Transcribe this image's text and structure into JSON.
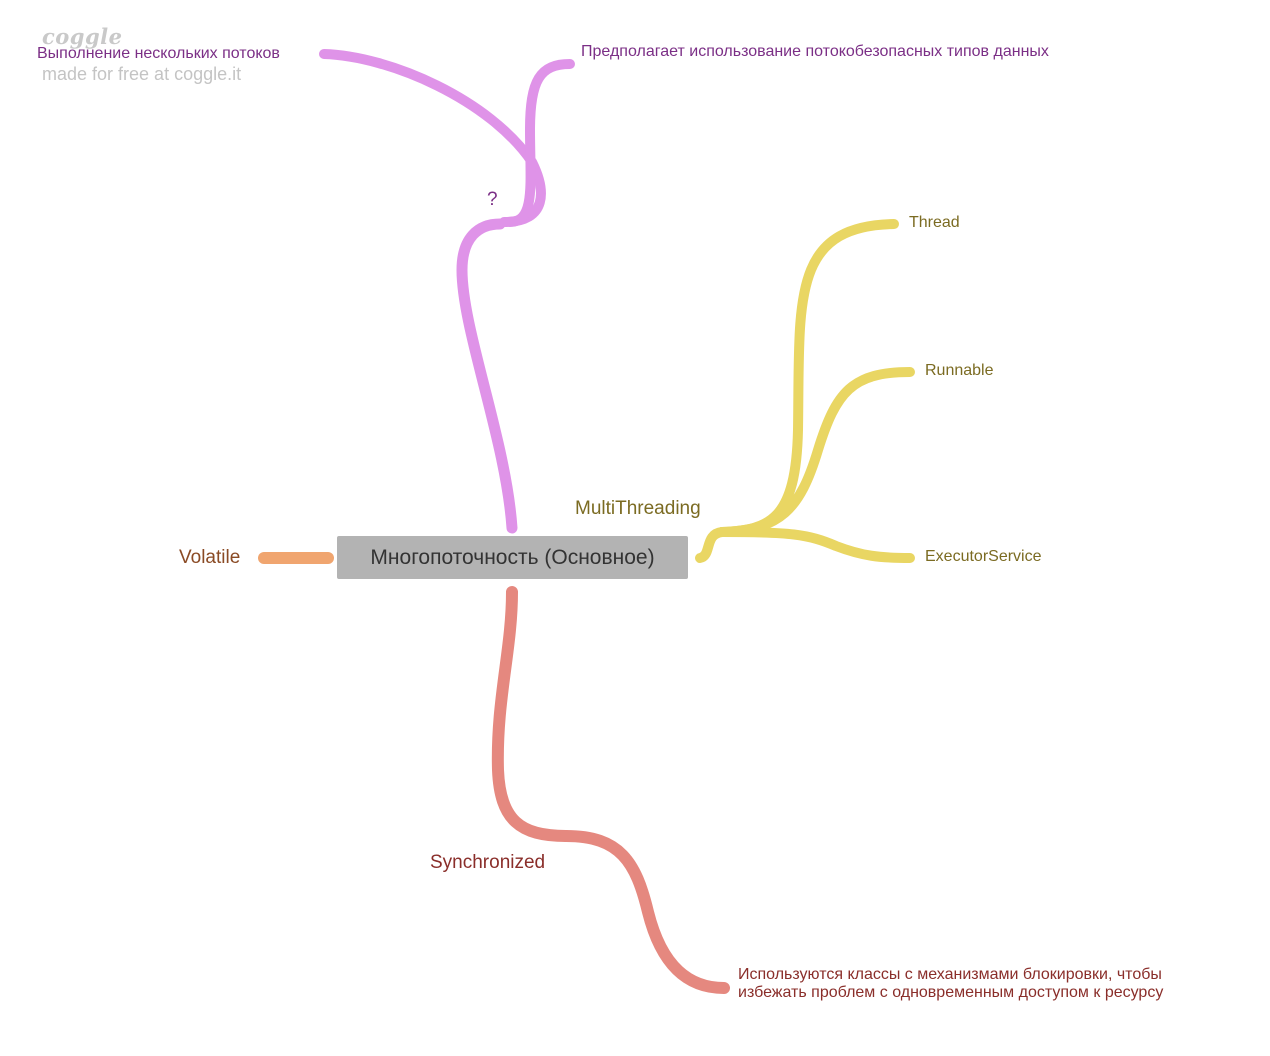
{
  "watermark": {
    "logo": "coggle",
    "credit": "made for free at coggle.it"
  },
  "central_node": "Многопоточность (Основное)",
  "colors": {
    "center_bg": "#b3b3b3",
    "purple_branch": "#df93e8",
    "purple_text": "#7b2f86",
    "yellow_branch": "#e9d663",
    "yellow_text": "#7b6b22",
    "red_branch": "#e5887f",
    "red_text": "#8a2e2a",
    "orange_branch": "#f0a56f",
    "orange_text": "#8a4a24"
  },
  "branches": {
    "question": {
      "label": "?",
      "children": [
        "Выполнение нескольких потоков",
        "Предполагает использование потокобезопасных типов данных"
      ]
    },
    "multithreading": {
      "label": "MultiThreading",
      "children": [
        "Thread",
        "Runnable",
        "ExecutorService"
      ]
    },
    "volatile": {
      "label": "Volatile"
    },
    "synchronized": {
      "label": "Synchronized",
      "children": [
        "Используются классы с механизмами блокировки, чтобы избежать проблем с одновременным доступом к ресурсу"
      ]
    }
  }
}
